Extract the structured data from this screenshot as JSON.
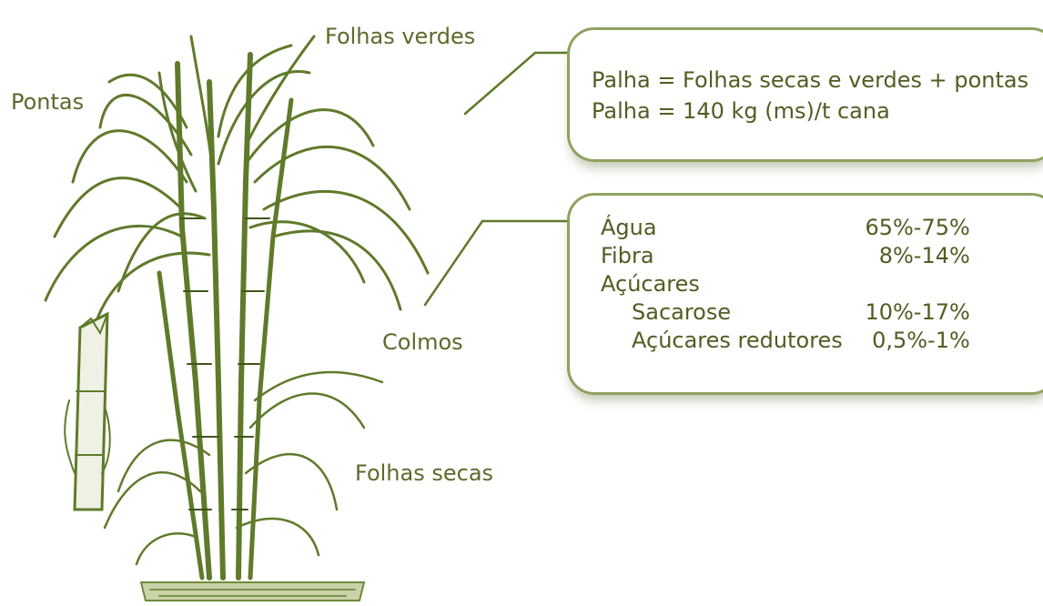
{
  "labels": {
    "pontas": "Pontas",
    "folhas_verdes": "Folhas verdes",
    "colmos": "Colmos",
    "folhas_secas": "Folhas secas"
  },
  "palha_box": {
    "line1": "Palha = Folhas secas e verdes + pontas",
    "line2": "Palha = 140 kg (ms)/t cana"
  },
  "composition_box": {
    "rows": [
      {
        "name": "Água",
        "value": "65%-75%"
      },
      {
        "name": "Fibra",
        "value": "8%-14%"
      },
      {
        "name": "Açúcares",
        "value": ""
      },
      {
        "name": "Sacarose",
        "value": "10%-17%"
      },
      {
        "name": "Açúcares redutores",
        "value": "0,5%-1%"
      }
    ]
  },
  "colors": {
    "accent": "#8ea25f",
    "plant": "#5f7a2a",
    "text": "#4f5e22"
  }
}
